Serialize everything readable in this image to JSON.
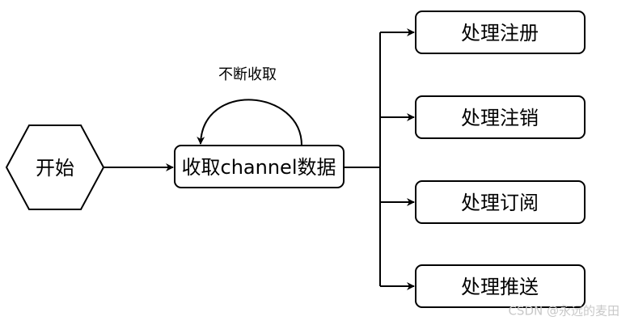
{
  "nodes": {
    "start": "开始",
    "receive": "收取channel数据",
    "register": "处理注册",
    "unregister": "处理注销",
    "subscribe": "处理订阅",
    "push": "处理推送"
  },
  "loop_label": "不断收取",
  "watermark": "CSDN @永远的麦田",
  "colors": {
    "stroke": "#000000",
    "fill": "#ffffff",
    "watermark": "#c8c8c8"
  }
}
